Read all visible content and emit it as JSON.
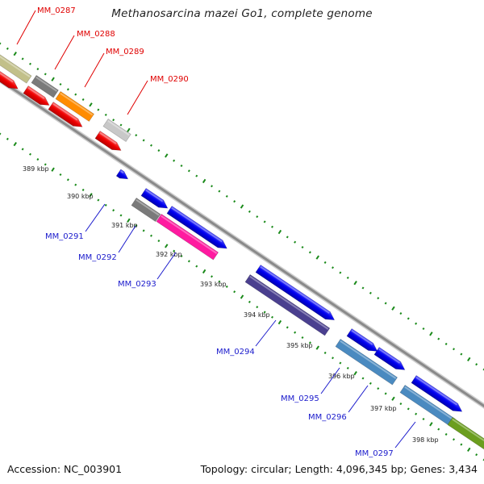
{
  "title": "Methanosarcina mazei Go1, complete genome",
  "footer": {
    "accession": "Accession: NC_003901",
    "summary": "Topology: circular; Length: 4,096,345 bp; Genes: 3,434"
  },
  "ticks": [
    "389 kbp",
    "390 kbp",
    "391 kbp",
    "392 kbp",
    "393 kbp",
    "394 kbp",
    "395 kbp",
    "396 kbp",
    "397 kbp",
    "398 kbp"
  ],
  "gene_labels_top": [
    "MM_0287",
    "MM_0288",
    "MM_0289",
    "MM_0290"
  ],
  "gene_labels_bottom": [
    "MM_0291",
    "MM_0292",
    "MM_0293",
    "MM_0294",
    "MM_0295",
    "MM_0296",
    "MM_0297"
  ],
  "colors": {
    "label_top": "#e00000",
    "label_bottom": "#1a1acc",
    "backbone": "#8a8a8a",
    "gc_dots": "#1a8a1a",
    "cds_forward_red": "#ee0000",
    "cds_reverse_blue": "#0000ee",
    "olive": "#c2c08a",
    "gray": "#7a7a7a",
    "orange": "#ff8c00",
    "light_gray": "#c8c8c8",
    "magenta": "#ff1aa0",
    "dark_slate": "#4a3f8f",
    "steel_blue": "#4a8ac0",
    "olive_green": "#6b9e1e"
  }
}
